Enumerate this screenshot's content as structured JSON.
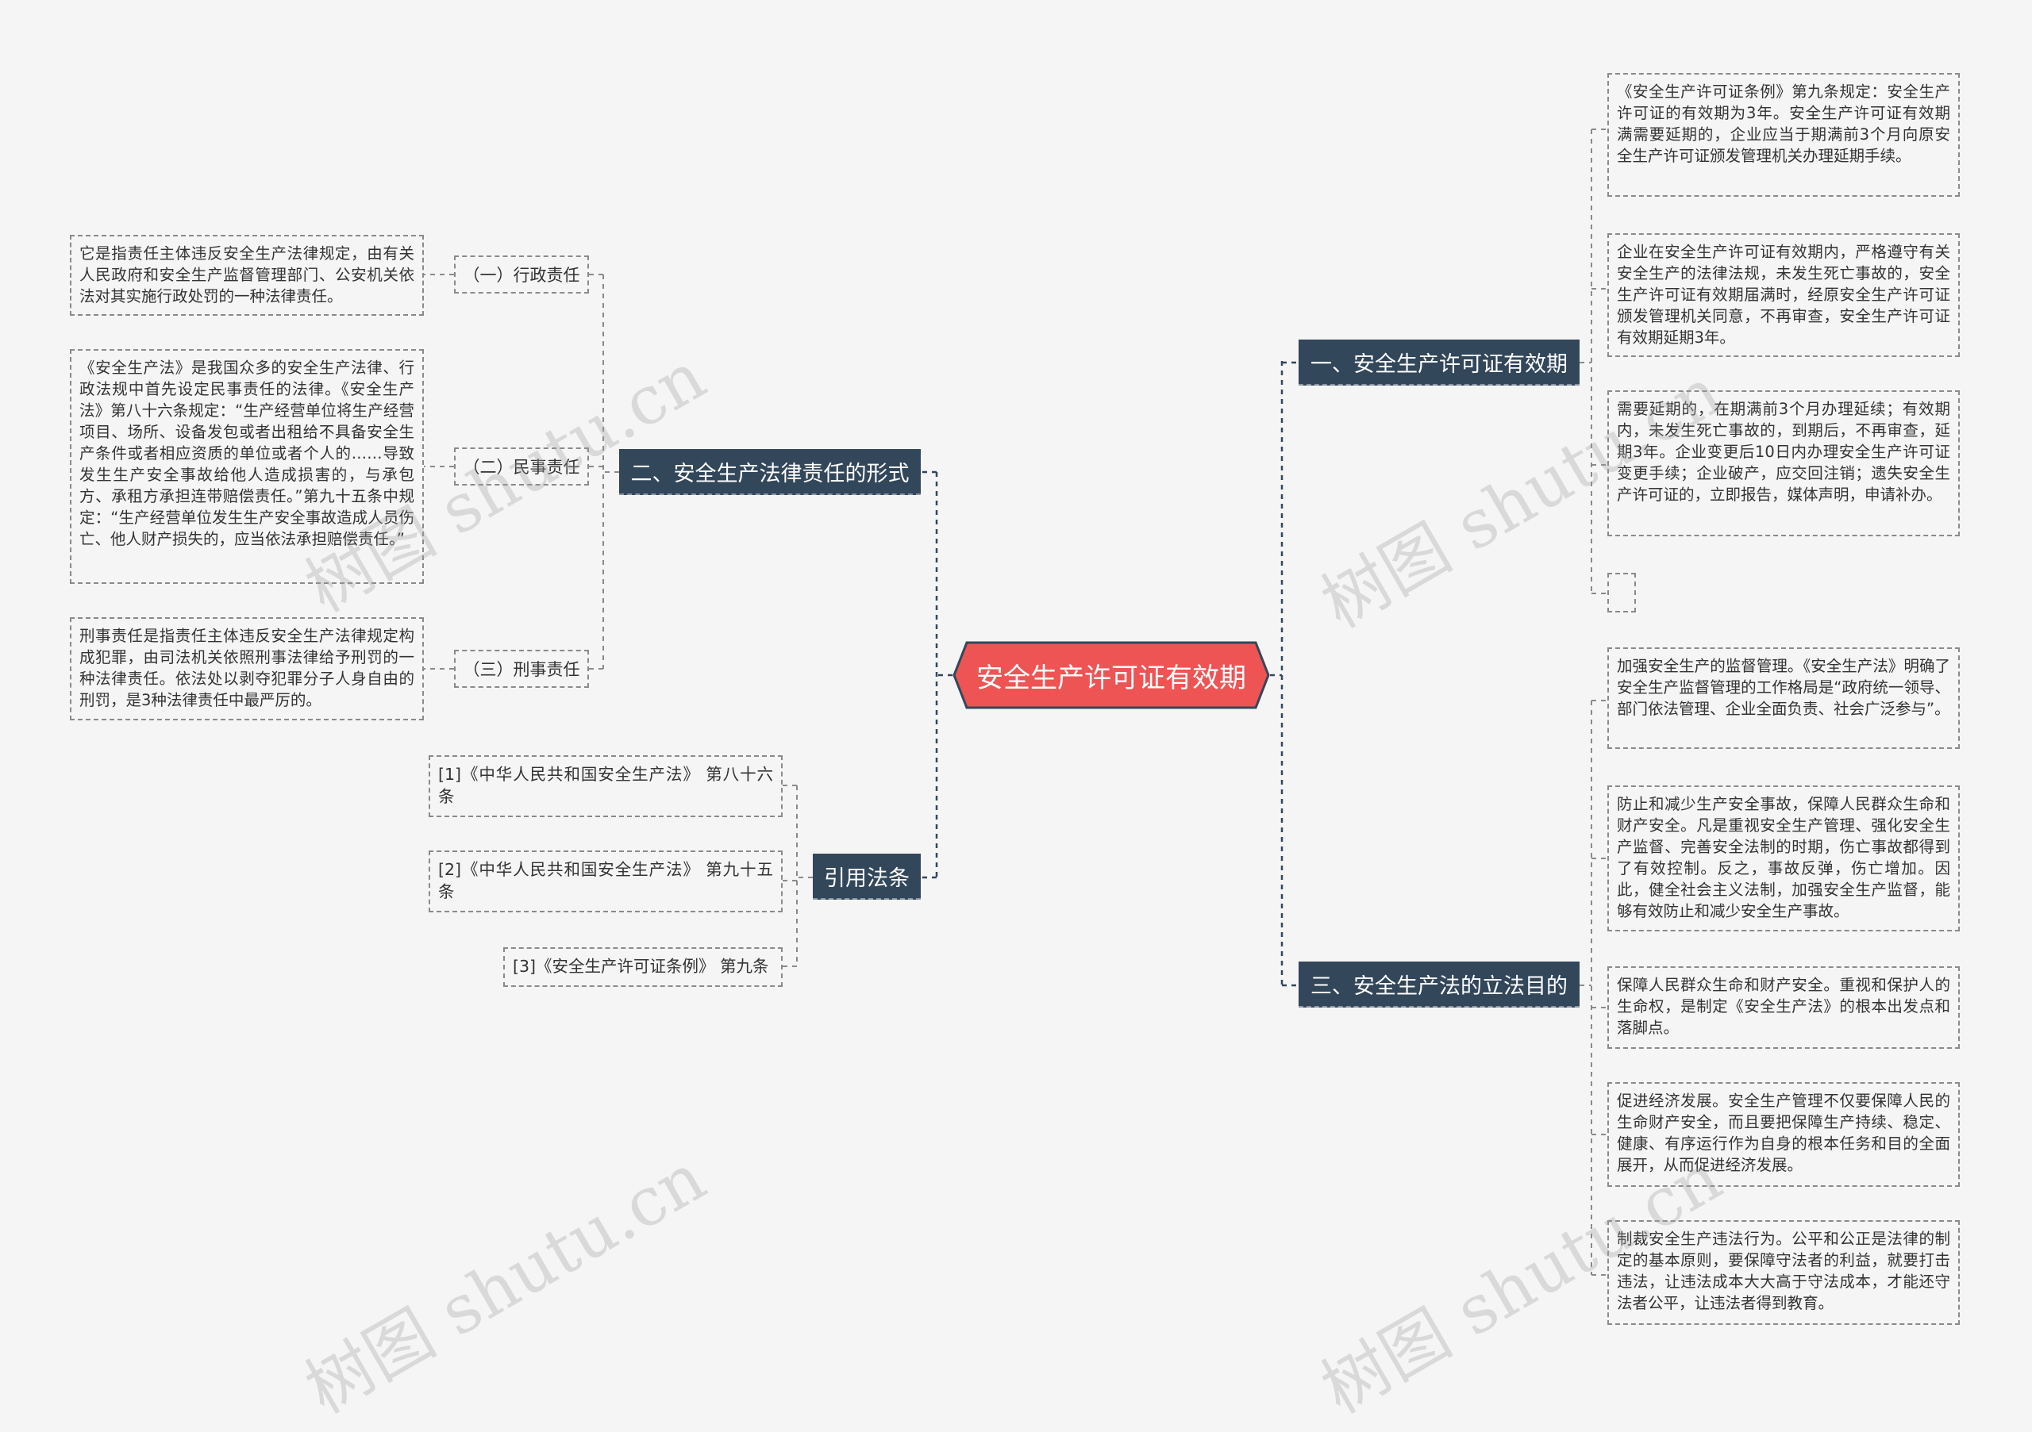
{
  "root": {
    "label": "安全生产许可证有效期"
  },
  "branches": {
    "validity": {
      "label": "一、安全生产许可证有效期",
      "leaves": [
        "《安全生产许可证条例》第九条规定：安全生产许可证的有效期为3年。安全生产许可证有效期满需要延期的，企业应当于期满前3个月向原安全生产许可证颁发管理机关办理延期手续。",
        "企业在安全生产许可证有效期内，严格遵守有关安全生产的法律法规，未发生死亡事故的，安全生产许可证有效期届满时，经原安全生产许可证颁发管理机关同意，不再审查，安全生产许可证有效期延期3年。",
        "需要延期的，在期满前3个月办理延续；有效期内，未发生死亡事故的，到期后，不再审查，延期3年。企业变更后10日内办理安全生产许可证变更手续；企业破产，应交回注销；遗失安全生产许可证的，立即报告，媒体声明，申请补办。",
        ""
      ]
    },
    "liability": {
      "label": "二、安全生产法律责任的形式",
      "subs": [
        {
          "label": "（一）行政责任",
          "detail": "它是指责任主体违反安全生产法律规定，由有关人民政府和安全生产监督管理部门、公安机关依法对其实施行政处罚的一种法律责任。"
        },
        {
          "label": "（二）民事责任",
          "detail": "《安全生产法》是我国众多的安全生产法律、行政法规中首先设定民事责任的法律。《安全生产法》第八十六条规定：“生产经营单位将生产经营项目、场所、设备发包或者出租给不具备安全生产条件或者相应资质的单位或者个人的……导致发生生产安全事故给他人造成损害的，与承包方、承租方承担连带赔偿责任。”第九十五条中规定：“生产经营单位发生生产安全事故造成人员伤亡、他人财产损失的，应当依法承担赔偿责任。”"
        },
        {
          "label": "（三）刑事责任",
          "detail": "刑事责任是指责任主体违反安全生产法律规定构成犯罪，由司法机关依照刑事法律给予刑罚的一种法律责任。依法处以剥夺犯罪分子人身自由的刑罚，是3种法律责任中最严厉的。"
        }
      ]
    },
    "purpose": {
      "label": "三、安全生产法的立法目的",
      "leaves": [
        "加强安全生产的监督管理。《安全生产法》明确了安全生产监督管理的工作格局是“政府统一领导、部门依法管理、企业全面负责、社会广泛参与”。",
        "防止和减少生产安全事故，保障人民群众生命和财产安全。凡是重视安全生产管理、强化安全生产监督、完善安全法制的时期，伤亡事故都得到了有效控制。反之，事故反弹，伤亡增加。因此，健全社会主义法制，加强安全生产监督，能够有效防止和减少安全生产事故。",
        "保障人民群众生命和财产安全。重视和保护人的生命权，是制定《安全生产法》的根本出发点和落脚点。",
        "促进经济发展。安全生产管理不仅要保障人民的生命财产安全，而且要把保障生产持续、稳定、健康、有序运行作为自身的根本任务和目的全面展开，从而促进经济发展。",
        "制裁安全生产违法行为。公平和公正是法律的制定的基本原则，要保障守法者的利益，就要打击违法，让违法成本大大高于守法成本，才能还守法者公平，让违法者得到教育。"
      ]
    },
    "references": {
      "label": "引用法条",
      "items": [
        "[1]《中华人民共和国安全生产法》 第八十六条",
        "[2]《中华人民共和国安全生产法》 第九十五条",
        "[3]《安全生产许可证条例》 第九条"
      ]
    }
  },
  "watermark": "树图 shutu.cn",
  "colors": {
    "root_fill": "#ee5454",
    "branch_fill": "#33475b",
    "line": "#33475b",
    "dash_border": "#8a8a8a"
  }
}
